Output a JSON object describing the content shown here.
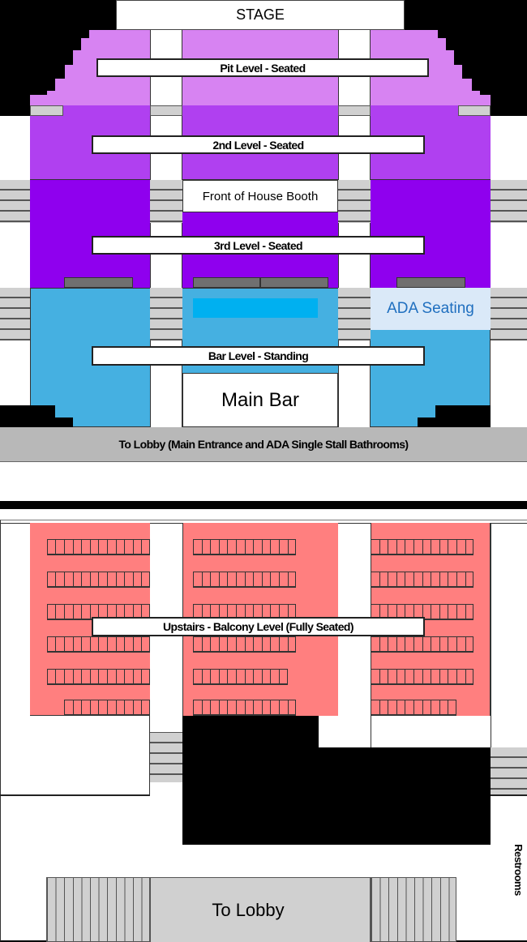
{
  "main_floor": {
    "stage": "STAGE",
    "pit_level": "Pit Level - Seated",
    "second_level": "2nd Level - Seated",
    "front_of_house": "Front of House Booth",
    "third_level": "3rd Level - Seated",
    "ada_seating": "ADA Seating",
    "bar_level": "Bar Level - Standing",
    "main_bar": "Main Bar",
    "lobby": "To Lobby (Main Entrance and ADA Single Stall Bathrooms)"
  },
  "balcony": {
    "label": "Upstairs - Balcony Level (Fully Seated)",
    "restrooms": "Restrooms",
    "lobby": "To Lobby",
    "seat_rows": {
      "left": [
        12,
        12,
        12,
        12,
        12,
        10
      ],
      "middle": [
        12,
        12,
        12,
        12,
        11,
        12
      ],
      "right": [
        12,
        12,
        12,
        12,
        12,
        10
      ]
    }
  },
  "colors": {
    "pit": "#d783f2",
    "second": "#b040f0",
    "third": "#8f00ee",
    "bar": "#45b0e1",
    "ada": "#dae9f8",
    "balcony": "#ff7f7f",
    "lobby": "#b8b8b8"
  }
}
